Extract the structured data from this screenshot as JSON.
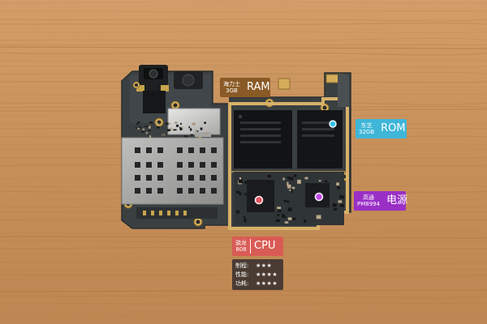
{
  "labels": {
    "ram": {
      "brand": "海力士",
      "capacity": "3GB",
      "name": "RAM"
    },
    "rom": {
      "brand": "东芝",
      "capacity": "32GB",
      "name": "ROM"
    },
    "pmic": {
      "brand": "高通",
      "model": "PM8994",
      "name": "电源"
    },
    "cpu": {
      "brand": "骁龙",
      "model": "808",
      "name": "CPU"
    }
  },
  "ratings": [
    {
      "label": "制程:",
      "stars": "★★★",
      "value": 3
    },
    {
      "label": "性能:",
      "stars": "★★★★",
      "value": 4
    },
    {
      "label": "功耗:",
      "stars": "★★★★",
      "value": 4
    }
  ],
  "colors": {
    "background_wood": "#c9935f",
    "pcb": "#3b4043",
    "ram_tag": "#8a5a26",
    "rom_tag": "#3fb6d8",
    "pmic_tag": "#9a2fc6",
    "cpu_tag": "#d95b55",
    "rating_box": "#4a3b33"
  }
}
